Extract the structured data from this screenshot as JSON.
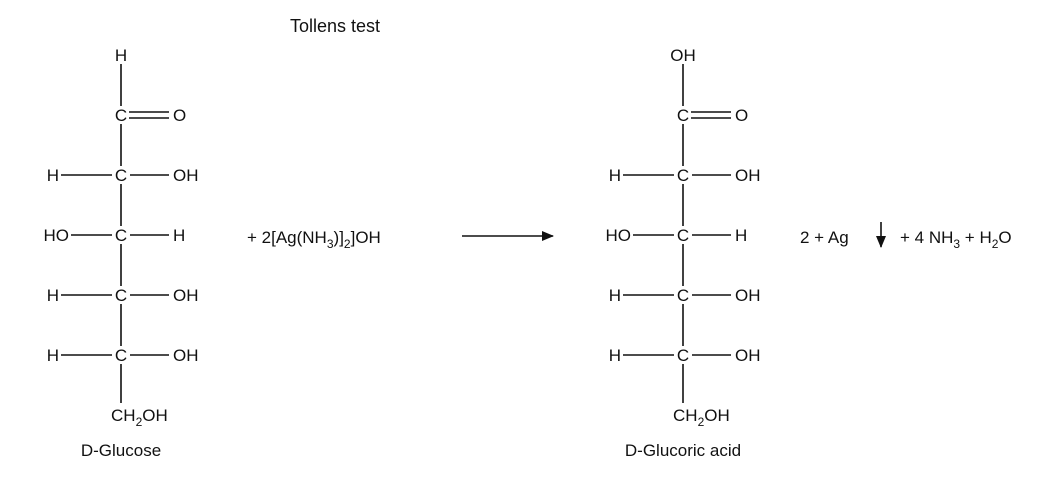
{
  "title": "Tollens test",
  "reactant": {
    "name": "D-Glucose",
    "top": "H",
    "carbonyl": {
      "c": "C",
      "o": "O"
    },
    "rows": [
      {
        "left": "H",
        "c": "C",
        "right": "OH"
      },
      {
        "left": "HO",
        "c": "C",
        "right": "H"
      },
      {
        "left": "H",
        "c": "C",
        "right": "OH"
      },
      {
        "left": "H",
        "c": "C",
        "right": "OH"
      }
    ],
    "bottom": {
      "pre": "CH",
      "sub": "2",
      "post": "OH"
    }
  },
  "reagent": {
    "parts": [
      "+ 2[Ag(NH",
      "3",
      ")]",
      "2",
      "]OH"
    ]
  },
  "product": {
    "name": "D-Glucoric acid",
    "top": "OH",
    "carbonyl": {
      "c": "C",
      "o": "O"
    },
    "rows": [
      {
        "left": "H",
        "c": "C",
        "right": "OH"
      },
      {
        "left": "HO",
        "c": "C",
        "right": "H"
      },
      {
        "left": "H",
        "c": "C",
        "right": "OH"
      },
      {
        "left": "H",
        "c": "C",
        "right": "OH"
      }
    ],
    "bottom": {
      "pre": "CH",
      "sub": "2",
      "post": "OH"
    }
  },
  "byproducts": {
    "silver": "2 + Ag",
    "rest_parts": [
      "+ 4 NH",
      "3",
      " + H",
      "2",
      "O"
    ]
  },
  "arrow_icon": "right-arrow-icon",
  "precipitate_icon": "down-arrow-icon"
}
